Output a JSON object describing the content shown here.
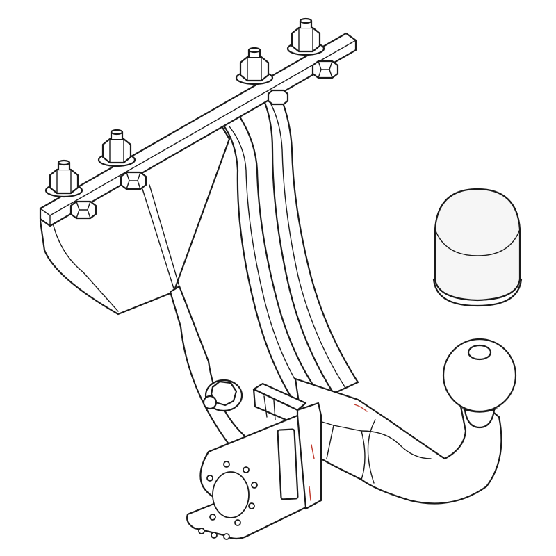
{
  "figure": {
    "subject": "tow-bar-assembly",
    "accent_color": "#c0392b",
    "line_color": "#1a1a1a",
    "background": "#ffffff"
  },
  "parts": {
    "mounting_bolts": 4,
    "tow_ball": 1,
    "ball_cover": 1,
    "socket_plate": 1
  }
}
